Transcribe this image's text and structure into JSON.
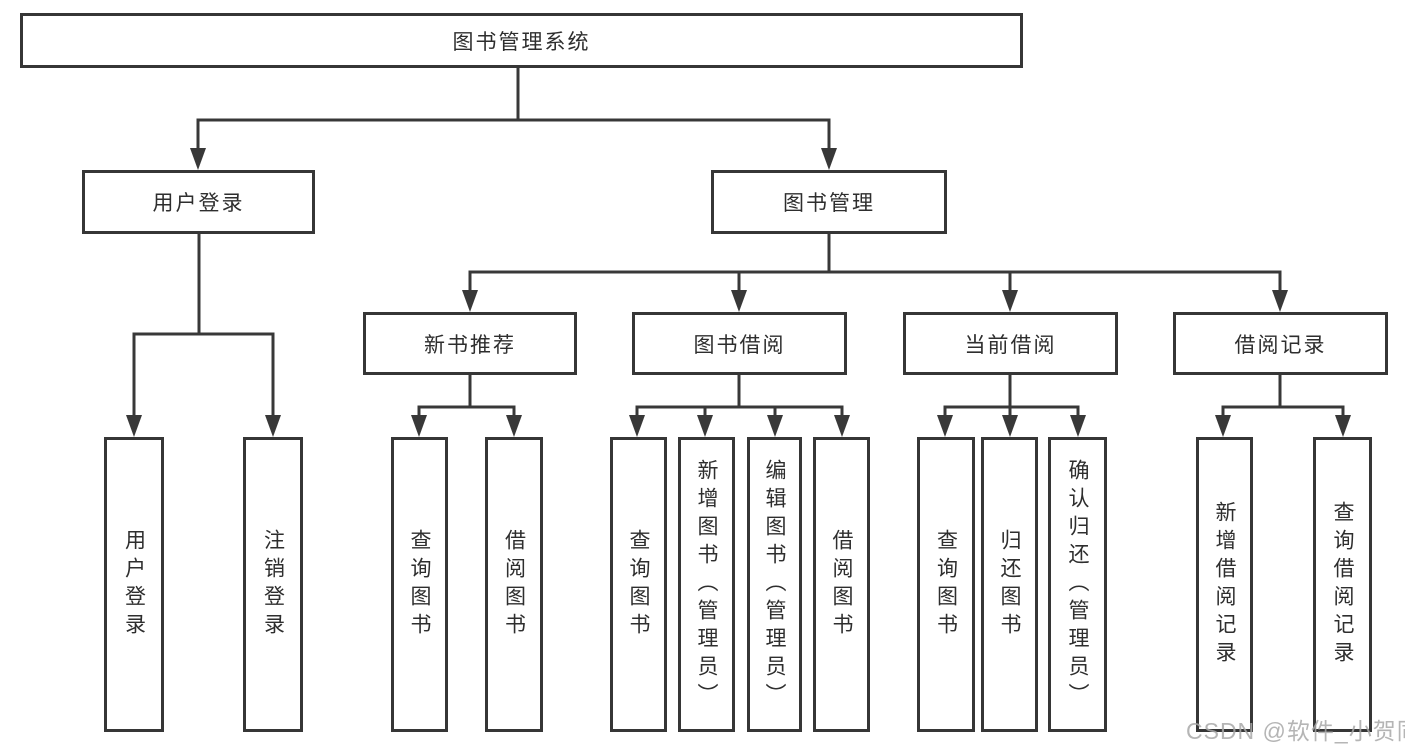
{
  "diagram": {
    "root": {
      "label": "图书管理系统"
    },
    "level2": [
      {
        "label": "用户登录"
      },
      {
        "label": "图书管理"
      }
    ],
    "level3": [
      {
        "label": "新书推荐"
      },
      {
        "label": "图书借阅"
      },
      {
        "label": "当前借阅"
      },
      {
        "label": "借阅记录"
      }
    ],
    "leaf_groups": [
      {
        "parent": "用户登录",
        "items": [
          "用户登录",
          "注销登录"
        ]
      },
      {
        "parent": "新书推荐",
        "items": [
          "查询图书",
          "借阅图书"
        ]
      },
      {
        "parent": "图书借阅",
        "items": [
          "查询图书",
          "新增图书（管理员）",
          "编辑图书（管理员）",
          "借阅图书"
        ]
      },
      {
        "parent": "当前借阅",
        "items": [
          "查询图书",
          "归还图书",
          "确认归还（管理员）"
        ]
      },
      {
        "parent": "借阅记录",
        "items": [
          "新增借阅记录",
          "查询借阅记录"
        ]
      }
    ]
  },
  "watermark": {
    "text": "CSDN @软件_小贺同学"
  },
  "colors": {
    "line": "#383838",
    "box_border": "#363636",
    "box_fill": "#ffffff",
    "text": "#2e2e2e",
    "watermark": "#a8a8a8",
    "background": "#ffffff"
  }
}
